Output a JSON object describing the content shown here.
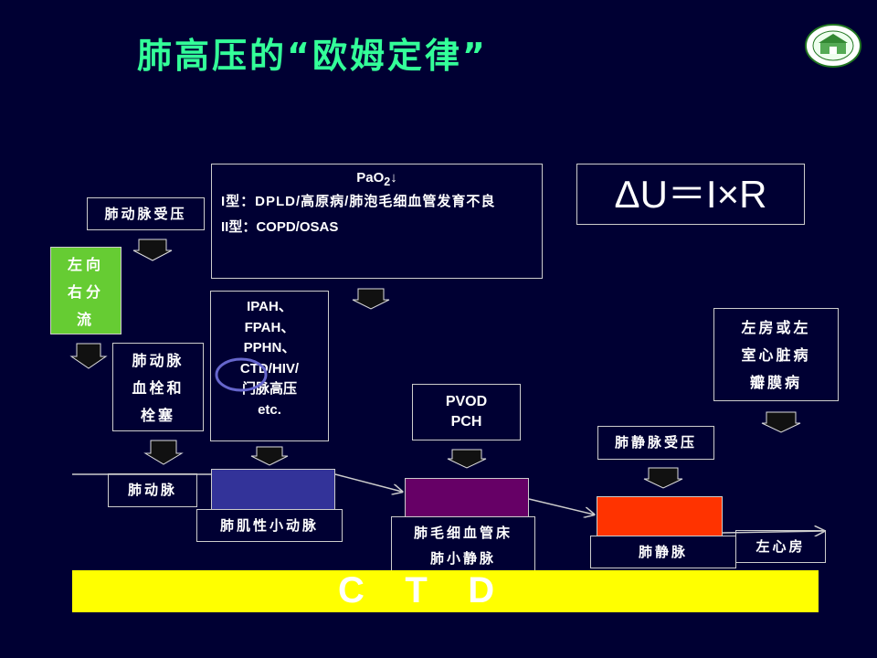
{
  "title": "肺高压的“欧姆定律”",
  "formula": "ΔU＝I×R",
  "hypoxia": {
    "heading": "PaO",
    "heading_sub": "2",
    "heading_arrow": "↓",
    "type1": "I型：DPLD/高原病/肺泡毛细血管发育不良",
    "type2": "II型：COPD/OSAS"
  },
  "pa_compressed": "肺动脉受压",
  "left_right_shunt": [
    "左向",
    "右分",
    "流"
  ],
  "embolism": [
    "肺动脉",
    "血栓和",
    "栓塞"
  ],
  "causes": [
    "IPAH、",
    "FPAH、",
    "PPHN、",
    "CTD/HIV/",
    "门脉高压",
    "etc."
  ],
  "pvod": [
    "PVOD",
    "PCH"
  ],
  "left_heart": [
    "左房或左",
    "室心脏病",
    "瓣膜病"
  ],
  "pv_compressed": "肺静脉受压",
  "pulmonary_artery": "肺动脉",
  "muscular_arteriole": "肺肌性小动脉",
  "capillary": [
    "肺毛细血管床",
    "肺小静脉"
  ],
  "pulmonary_vein": "肺静脉",
  "left_atrium": "左心房",
  "ctd_bar": "C    T    D",
  "colors": {
    "background": "#000033",
    "title": "#33ff99",
    "shunt_box": "#66cc33",
    "arteriole": "#333399",
    "capillary": "#660066",
    "vein": "#ff3300",
    "ctd_bar": "#ffff00",
    "ctd_text": "#ffffff",
    "circle": "#6666cc"
  }
}
